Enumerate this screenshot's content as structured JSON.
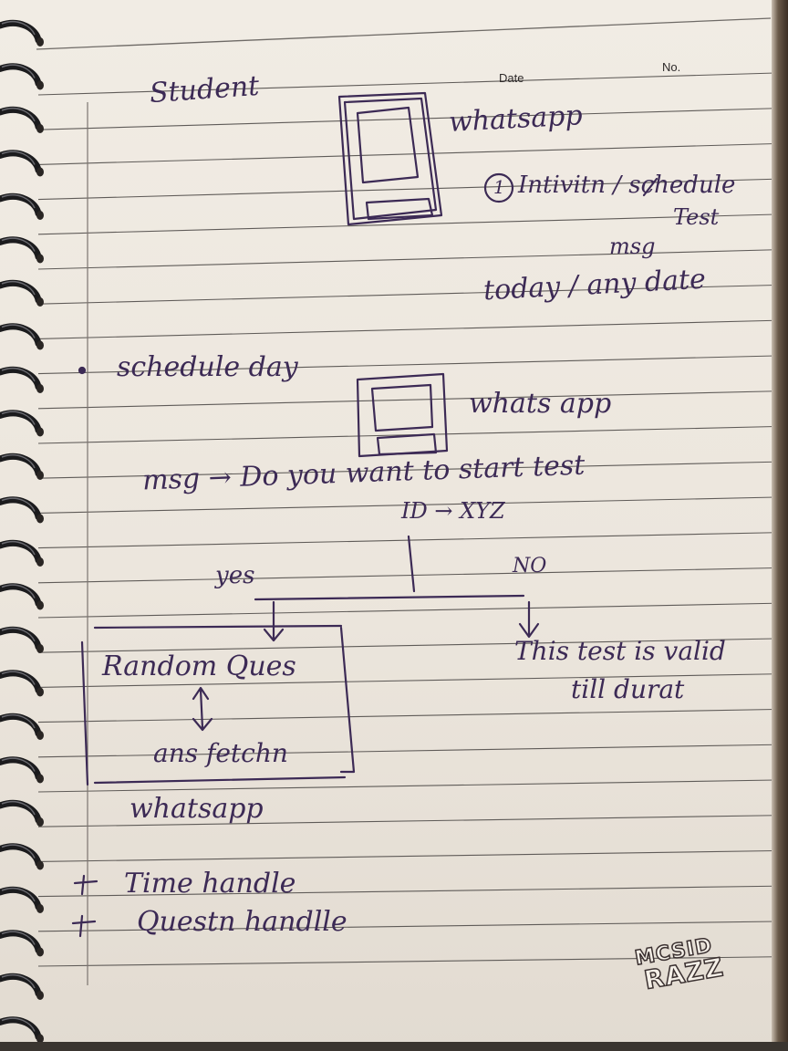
{
  "page_header": {
    "date_label": "Date",
    "no_label": "No."
  },
  "notes": {
    "title": "Student",
    "whatsapp_1": "whatsapp",
    "step_1_number": "1",
    "step_1_text": "Intivitn / schedule",
    "step_1_sub": "Test",
    "msg_1": "msg",
    "today_any_date": "today / any date",
    "schedule_day": "schedule day",
    "whatsapp_2": "whats app",
    "msg_question": "msg → Do you want to start test",
    "id_line": "ID → XYZ",
    "yes_label": "yes",
    "no_label": "NO",
    "random_ques": "Random Ques",
    "ans_fetch": "ans fetchn",
    "no_result_1": "This test is valid",
    "no_result_2": "till durat",
    "whatsapp_3": "whatsapp",
    "time_handle": "Time handle",
    "question_handle": "Questn handlle"
  },
  "logo": {
    "line1": "MCSID",
    "line2": "RAZZ"
  }
}
